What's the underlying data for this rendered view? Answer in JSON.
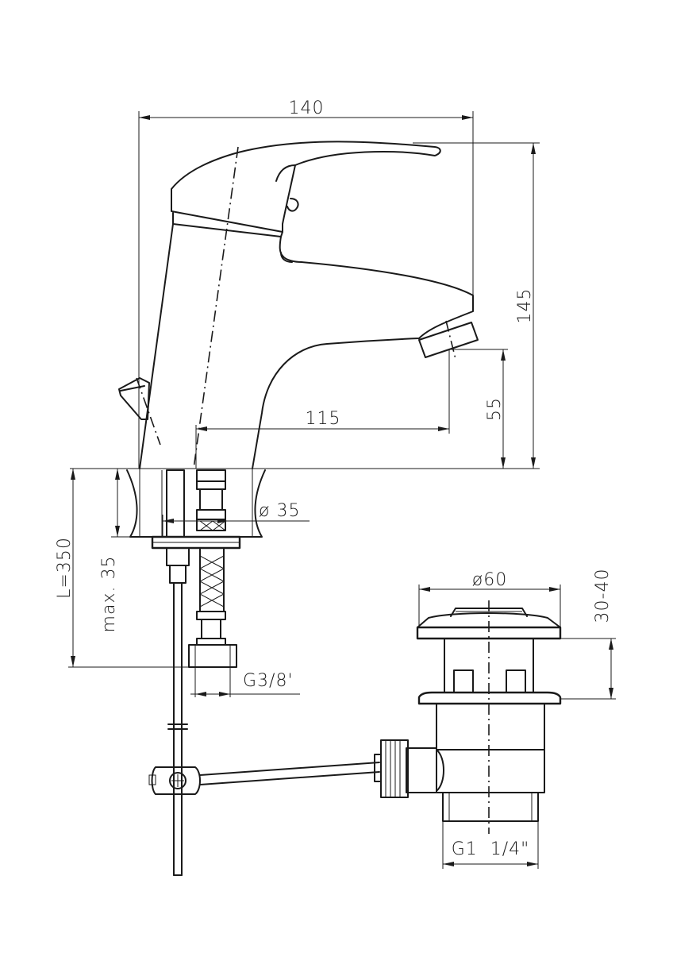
{
  "dimensions": {
    "total_width": "140",
    "total_height": "145",
    "spout_reach": "115",
    "spout_height": "55",
    "body_diameter": "ø 35",
    "max_thickness": "max. 35",
    "hose_length": "L=350",
    "hose_thread": "G3/8'",
    "waste_diameter": "ø60",
    "waste_plug_height": "30-40",
    "waste_thread": "G1  1/4\""
  }
}
